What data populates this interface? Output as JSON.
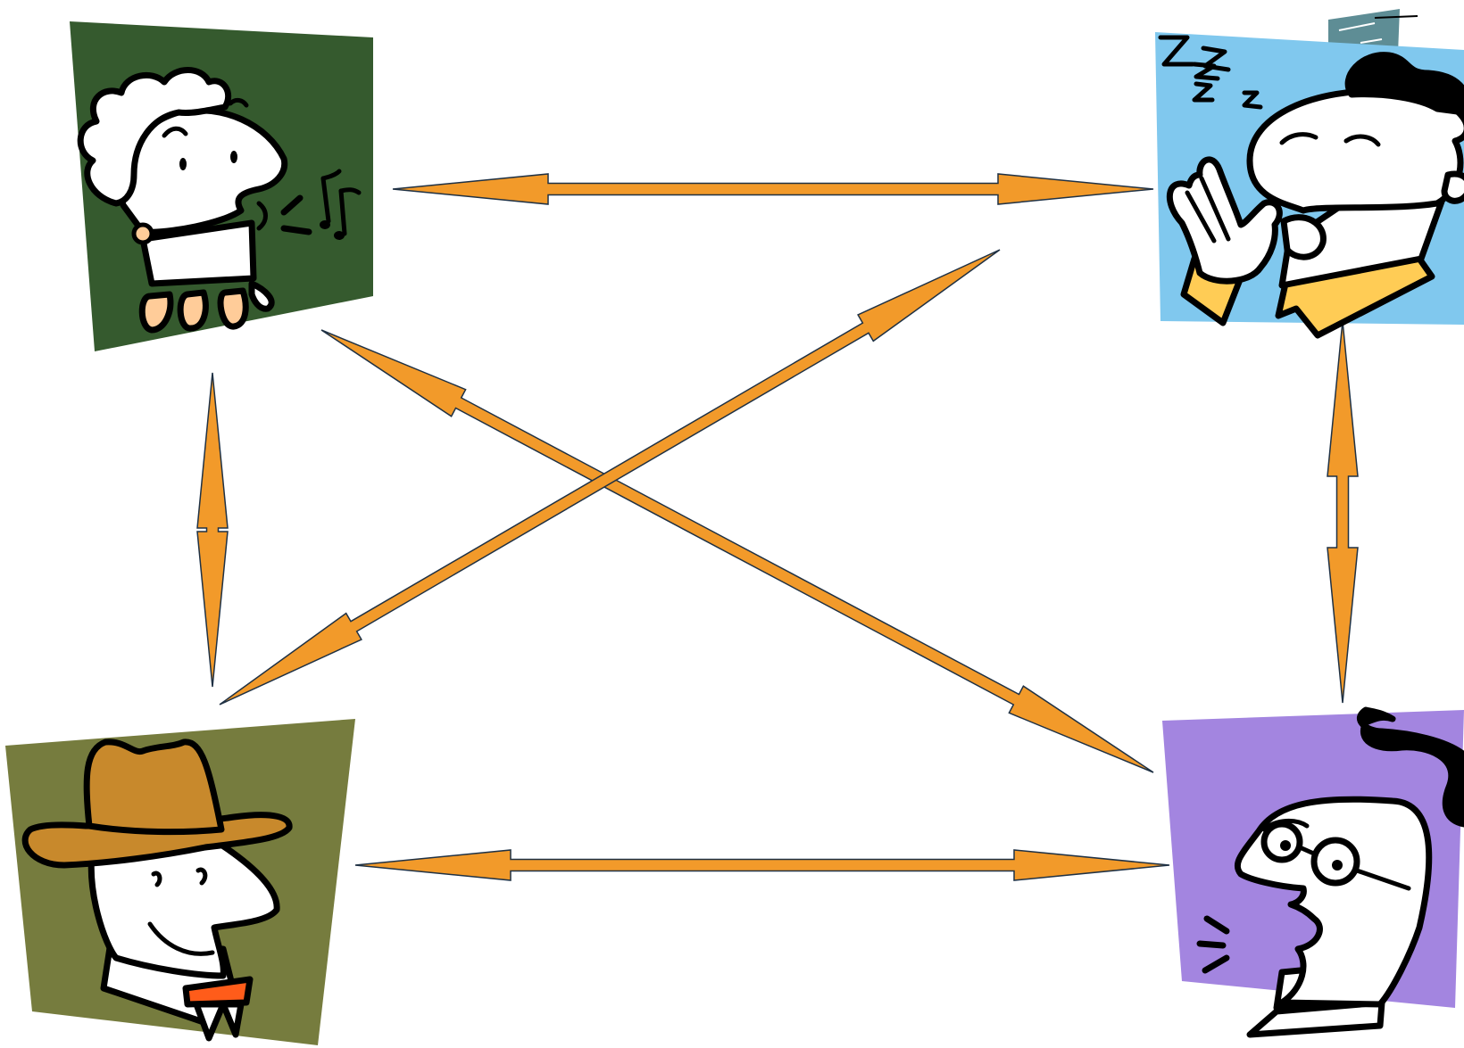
{
  "diagram": {
    "type": "communication-network",
    "colors": {
      "arrow_fill": "#f29a2a",
      "arrow_stroke": "#1f3144",
      "background": "#ffffff",
      "skin": "#ffffff",
      "outline": "#000000"
    },
    "nodes": [
      {
        "id": "singer",
        "icon": "singing-person-icon",
        "card_color": "#355a2e",
        "hair_color": "#ffffff",
        "accent_color": "#ffcc99"
      },
      {
        "id": "yawner",
        "icon": "yawning-person-icon",
        "card_color": "#80c8ee",
        "hair_color": "#000000",
        "accent_color": "#ffcc55"
      },
      {
        "id": "cowboy",
        "icon": "cowboy-person-icon",
        "card_color": "#767c3e",
        "hair_color": "#c8892c",
        "accent_color": "#ff5c1a"
      },
      {
        "id": "talker",
        "icon": "talking-person-with-glasses-icon",
        "card_color": "#a385e0",
        "hair_color": "#000000",
        "accent_color": "#ffffff"
      }
    ],
    "links": [
      {
        "from": "singer",
        "to": "yawner",
        "direction": "both"
      },
      {
        "from": "cowboy",
        "to": "talker",
        "direction": "both"
      },
      {
        "from": "singer",
        "to": "cowboy",
        "direction": "both"
      },
      {
        "from": "yawner",
        "to": "talker",
        "direction": "both"
      },
      {
        "from": "singer",
        "to": "talker",
        "direction": "both"
      },
      {
        "from": "yawner",
        "to": "cowboy",
        "direction": "both"
      }
    ]
  }
}
